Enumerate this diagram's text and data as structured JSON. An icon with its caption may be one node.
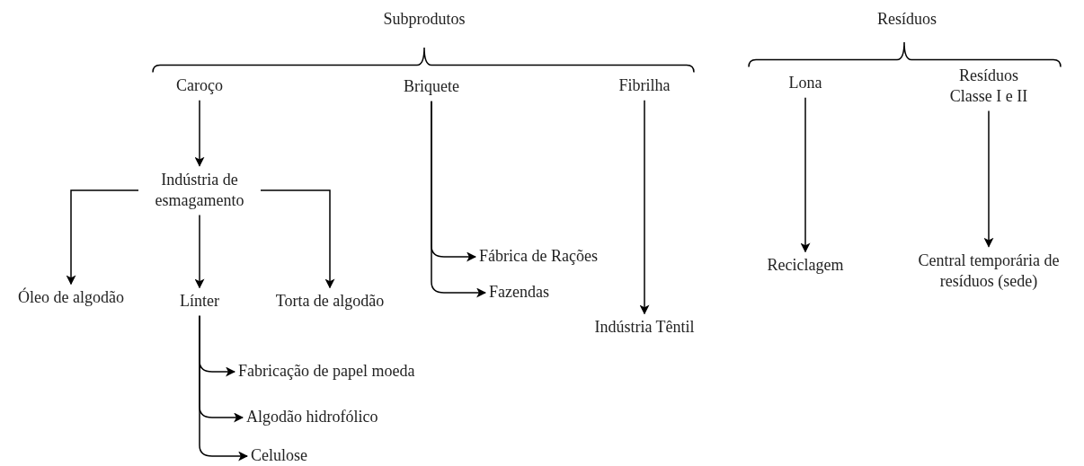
{
  "diagram": {
    "nodes": [
      {
        "text": [
          "Caroço"
        ]
      },
      {
        "text": [
          "Briquete"
        ]
      },
      {
        "text": [
          "Fibrilha"
        ]
      },
      {
        "text": [
          "Lona"
        ]
      },
      {
        "text": [
          "Resíduos Classe I e II"
        ]
      },
      {
        "text": [
          "Indústria de esmagamento"
        ]
      },
      {
        "text": [
          "Óleo de algodão"
        ]
      },
      {
        "text": [
          "Línter"
        ]
      },
      {
        "text": [
          "Torta de algodão"
        ]
      },
      {
        "text": [
          "Fábrica de Rações"
        ]
      },
      {
        "text": [
          "Fazendas"
        ]
      },
      {
        "text": [
          "Indústria Têntil"
        ]
      },
      {
        "text": [
          "Reciclagem"
        ]
      },
      {
        "text": [
          "Central temporária de resíduos (sede)"
        ]
      },
      {
        "text": [
          "Fabricação de papel moeda"
        ]
      },
      {
        "text": [
          "Algodão hidrofólico"
        ]
      },
      {
        "text": [
          "Celulose"
        ]
      }
    ],
    "edges": [
      {
        "from": 0,
        "to": 5,
        "arrow": "to"
      },
      {
        "from": 5,
        "to": 6,
        "arrow": "to"
      },
      {
        "from": 5,
        "to": 7,
        "arrow": "to"
      },
      {
        "from": 5,
        "to": 8,
        "arrow": "to"
      },
      {
        "from": 1,
        "to": 9,
        "arrow": "to"
      },
      {
        "from": 1,
        "to": 10,
        "arrow": "to"
      },
      {
        "from": 2,
        "to": 11,
        "arrow": "to"
      },
      {
        "from": 3,
        "to": 12,
        "arrow": "to"
      },
      {
        "from": 4,
        "to": 13,
        "arrow": "to"
      },
      {
        "from": 7,
        "to": 14,
        "arrow": "to"
      },
      {
        "from": 7,
        "to": 15,
        "arrow": "to"
      },
      {
        "from": 7,
        "to": 16,
        "arrow": "to"
      }
    ],
    "labels": [
      "Subprodutos",
      "Resíduos"
    ]
  }
}
